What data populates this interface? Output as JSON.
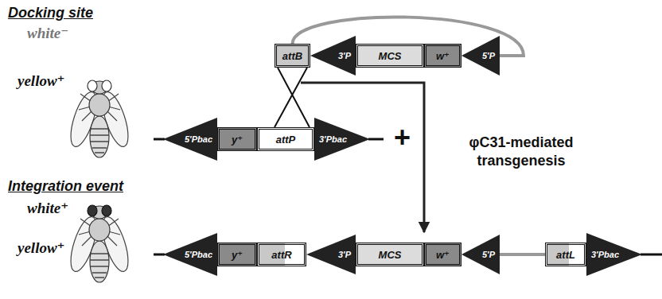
{
  "diagram": {
    "nodes": [
      {
        "text": [
          "attB"
        ]
      },
      {
        "text": [
          "3'P"
        ]
      },
      {
        "text": [
          "MCS"
        ]
      },
      {
        "text": [
          "w⁺"
        ]
      },
      {
        "text": [
          "5'P"
        ]
      },
      {
        "text": [
          "5'Pbac"
        ]
      },
      {
        "text": [
          "y⁺"
        ]
      },
      {
        "text": [
          "attP"
        ]
      },
      {
        "text": [
          "3'Pbac"
        ]
      },
      {
        "text": [
          "5'Pbac"
        ]
      },
      {
        "text": [
          "y⁺"
        ]
      },
      {
        "text": [
          "attR"
        ]
      },
      {
        "text": [
          "3'P"
        ]
      },
      {
        "text": [
          "MCS"
        ]
      },
      {
        "text": [
          "w⁺"
        ]
      },
      {
        "text": [
          "5'P"
        ]
      },
      {
        "text": [
          "attL"
        ]
      },
      {
        "text": [
          "3'Pbac"
        ]
      }
    ],
    "edges": [
      {
        "from": 0,
        "to": 4,
        "arrow": "none"
      },
      {
        "from": 0,
        "to": 7,
        "arrow": "none"
      },
      {
        "from": 15,
        "to": 16,
        "arrow": "none"
      }
    ],
    "labels": [
      "Docking site",
      "white⁻",
      "yellow⁺",
      "+",
      "φC31-mediated transgenesis",
      "Integration event",
      "white⁺",
      "yellow⁺"
    ]
  }
}
